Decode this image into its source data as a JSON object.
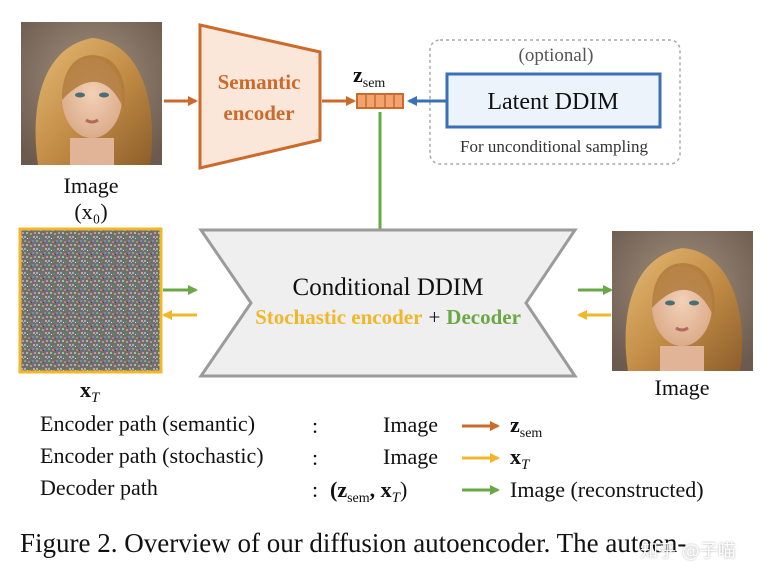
{
  "colors": {
    "orange": "#cc6a2b",
    "blue": "#3b6fb6",
    "green": "#6aa845",
    "yellow": "#f2b728",
    "grey_fill": "#efefef",
    "grey_edge": "#9b9b9b"
  },
  "nodes": {
    "input_image_label": "Image",
    "input_image_math": "(x₀)",
    "semantic_encoder_line1": "Semantic",
    "semantic_encoder_line2": "encoder",
    "z_sem_label": "z",
    "z_sem_sub": "sem",
    "optional_label": "(optional)",
    "latent_ddim": "Latent DDIM",
    "latent_ddim_note": "For unconditional sampling",
    "noise_label": "x",
    "noise_sub": "T",
    "cond_ddim_title": "Conditional DDIM",
    "cond_ddim_stochastic": "Stochastic encoder",
    "cond_ddim_plus": "+",
    "cond_ddim_decoder": "Decoder",
    "output_image_label": "Image"
  },
  "legend": {
    "rows": [
      {
        "name": "Encoder path (semantic)",
        "colon": ":",
        "from": "Image",
        "to": "z",
        "to_sub": "sem"
      },
      {
        "name": "Encoder path (stochastic)",
        "colon": ":",
        "from": "Image",
        "to": "x",
        "to_sub": "T"
      },
      {
        "name": "Decoder path",
        "colon": ":",
        "from_pre": "(z",
        "from_sub": "sem",
        "from_post": ", x",
        "from_sub2": "T",
        "from_close": ")",
        "to": "Image (reconstructed)"
      }
    ]
  },
  "caption": "Figure 2.  Overview of our diffusion autoencoder.  The autoen-",
  "watermark": "知乎 @子喵"
}
